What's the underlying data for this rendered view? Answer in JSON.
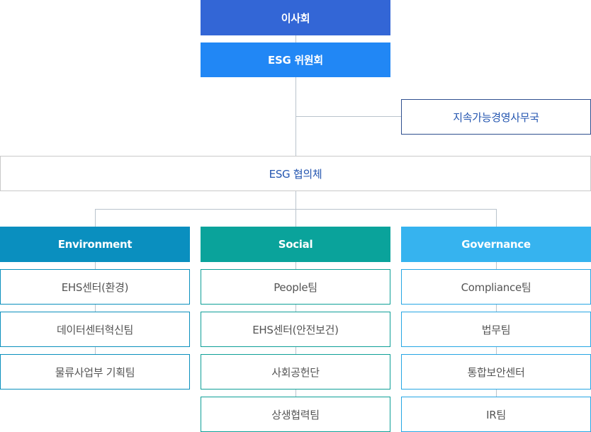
{
  "board": {
    "label": "이사회",
    "color": "#3366d6"
  },
  "committee": {
    "label": "ESG 위원회",
    "color": "#2187f5"
  },
  "secretariat": {
    "label": "지속가능경영사무국"
  },
  "council": {
    "label": "ESG 협의체"
  },
  "pillars": [
    {
      "label": "Environment",
      "color": "#0a8fbf",
      "teams": [
        "EHS센터(환경)",
        "데이터센터혁신팀",
        "물류사업부 기획팀"
      ]
    },
    {
      "label": "Social",
      "color": "#0aa39b",
      "teams": [
        "People팀",
        "EHS센터(안전보건)",
        "사회공헌단",
        "상생협력팀"
      ]
    },
    {
      "label": "Governance",
      "color": "#36b3ef",
      "teams": [
        "Compliance팀",
        "법무팀",
        "통합보안센터",
        "IR팀"
      ]
    }
  ]
}
